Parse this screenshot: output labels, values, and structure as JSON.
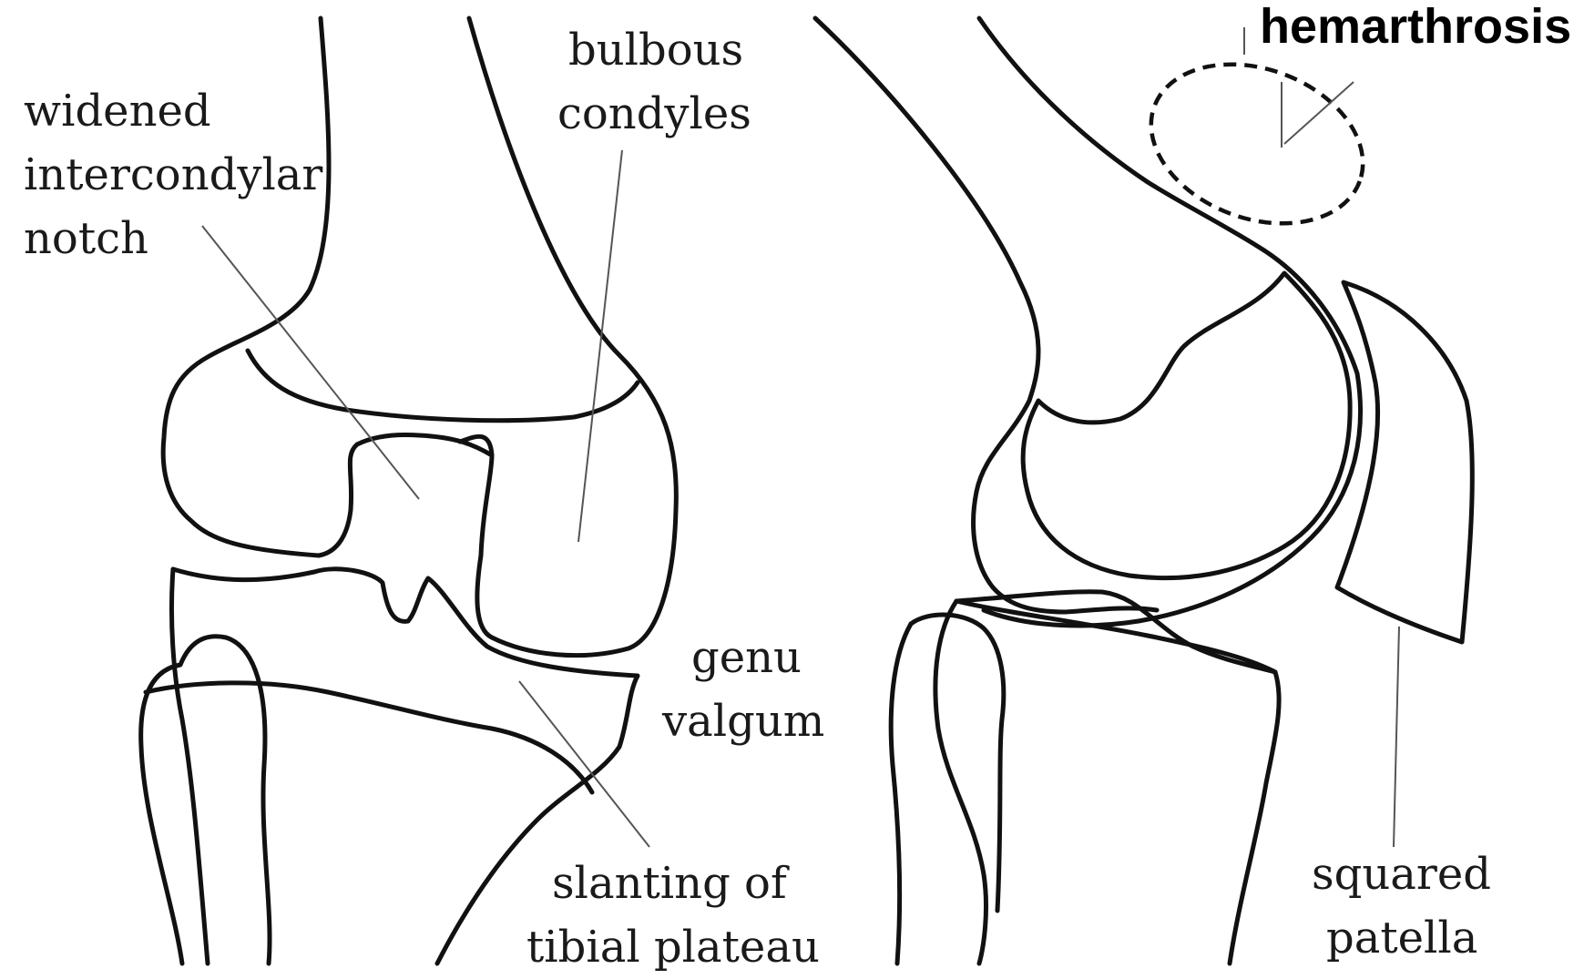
{
  "labels": {
    "widened_notch": [
      "widened",
      "intercondylar",
      "notch"
    ],
    "bulbous_condyles": [
      "bulbous",
      "condyles"
    ],
    "genu_valgum": [
      "genu",
      "valgum"
    ],
    "slanting_plateau": [
      "slanting of",
      "tibial plateau"
    ],
    "hemarthrosis": "hemarthrosis",
    "squared_patella": [
      "squared",
      "patella"
    ]
  },
  "colors": {
    "stroke": "#111111",
    "leader": "#555555",
    "background": "#ffffff"
  }
}
